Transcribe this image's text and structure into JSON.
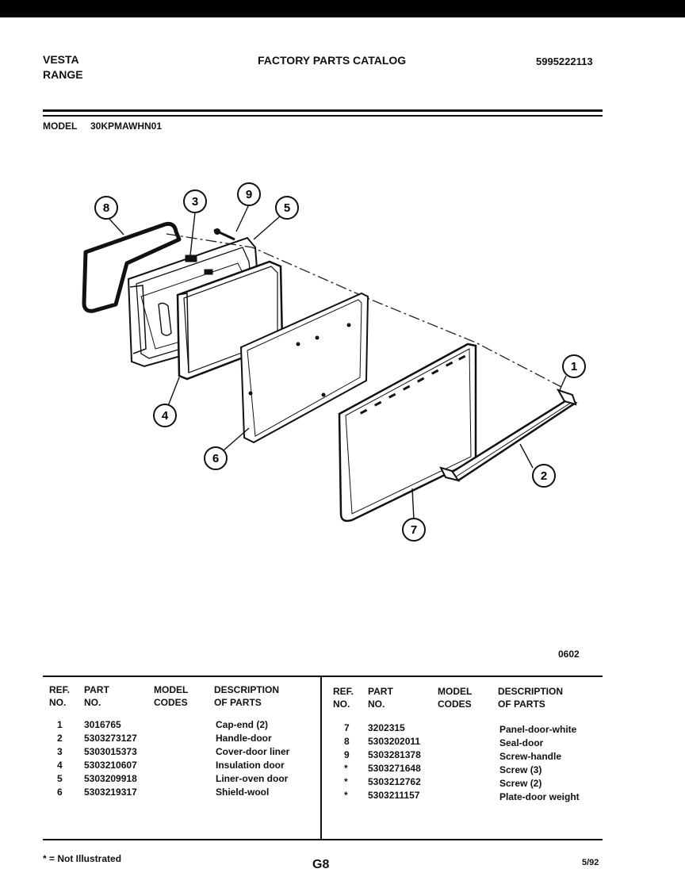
{
  "header": {
    "brand": "VESTA",
    "product": "RANGE",
    "catalog_title": "FACTORY PARTS CATALOG",
    "catalog_number": "5995222113",
    "model_label": "MODEL",
    "model_number": "30KPMAWHN01"
  },
  "diagram": {
    "callouts": [
      "1",
      "2",
      "3",
      "4",
      "5",
      "6",
      "7",
      "8",
      "9"
    ],
    "figure_code": "0602"
  },
  "table": {
    "headers": {
      "ref_1": "REF.",
      "ref_2": "NO.",
      "part_1": "PART",
      "part_2": "NO.",
      "model_1": "MODEL",
      "model_2": "CODES",
      "desc_1": "DESCRIPTION",
      "desc_2": "OF PARTS"
    },
    "left": [
      {
        "ref": "1",
        "part": "3016765",
        "codes": "",
        "desc": "Cap-end (2)"
      },
      {
        "ref": "2",
        "part": "5303273127",
        "codes": "",
        "desc": "Handle-door"
      },
      {
        "ref": "3",
        "part": "5303015373",
        "codes": "",
        "desc": "Cover-door liner"
      },
      {
        "ref": "4",
        "part": "5303210607",
        "codes": "",
        "desc": "Insulation door"
      },
      {
        "ref": "5",
        "part": "5303209918",
        "codes": "",
        "desc": "Liner-oven door"
      },
      {
        "ref": "6",
        "part": "5303219317",
        "codes": "",
        "desc": "Shield-wool"
      }
    ],
    "right": [
      {
        "ref": "7",
        "part": "3202315",
        "codes": "",
        "desc": "Panel-door-white"
      },
      {
        "ref": "8",
        "part": "5303202011",
        "codes": "",
        "desc": "Seal-door"
      },
      {
        "ref": "9",
        "part": "5303281378",
        "codes": "",
        "desc": "Screw-handle"
      },
      {
        "ref": "*",
        "part": "5303271648",
        "codes": "",
        "desc": "Screw (3)"
      },
      {
        "ref": "*",
        "part": "5303212762",
        "codes": "",
        "desc": "Screw (2)"
      },
      {
        "ref": "*",
        "part": "5303211157",
        "codes": "",
        "desc": "Plate-door weight"
      }
    ]
  },
  "footer": {
    "note": "* = Not Illustrated",
    "page_code": "G8",
    "date": "5/92"
  }
}
